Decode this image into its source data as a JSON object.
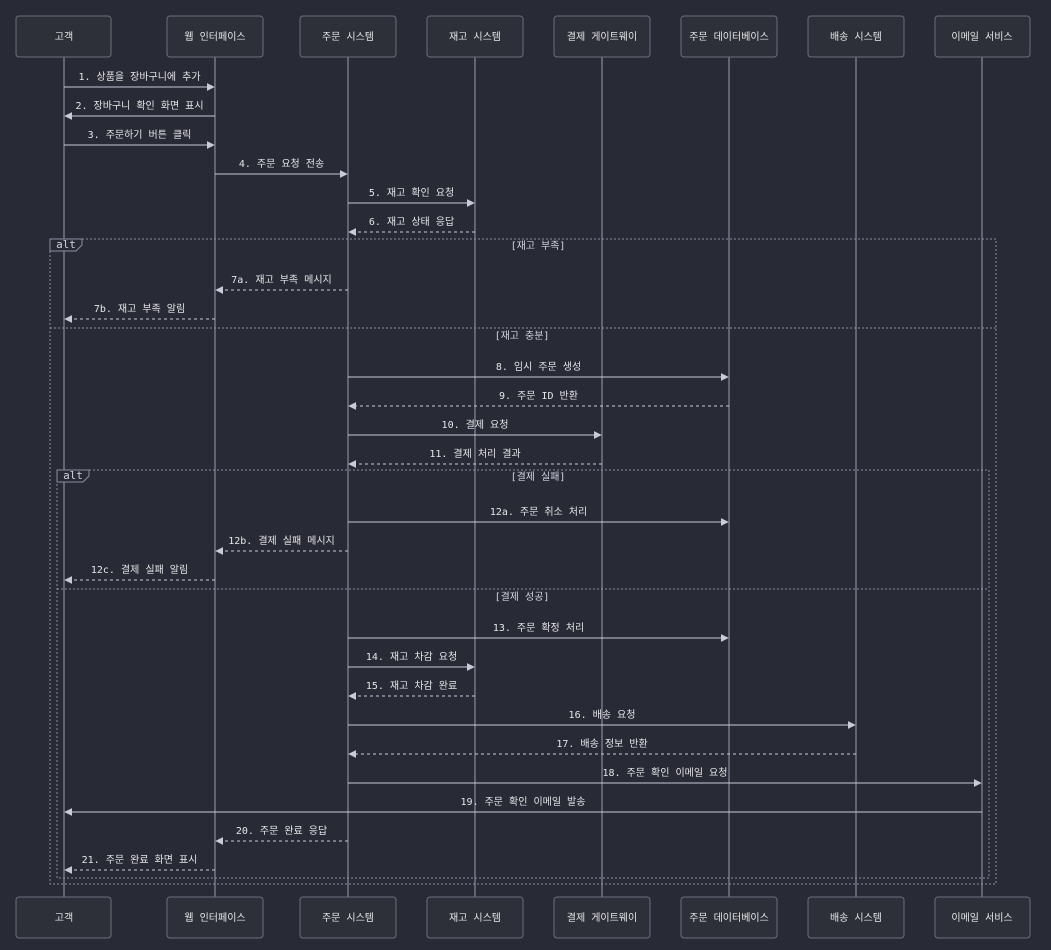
{
  "participants": [
    {
      "id": "customer",
      "label": "고객"
    },
    {
      "id": "web",
      "label": "웹 인터페이스"
    },
    {
      "id": "order",
      "label": "주문 시스템"
    },
    {
      "id": "inventory",
      "label": "재고 시스템"
    },
    {
      "id": "payment",
      "label": "결제 게이트웨이"
    },
    {
      "id": "orderdb",
      "label": "주문 데이터베이스"
    },
    {
      "id": "shipping",
      "label": "배송 시스템"
    },
    {
      "id": "email",
      "label": "이메일 서비스"
    }
  ],
  "messages": [
    {
      "from": "customer",
      "to": "web",
      "label": "1. 상품을 장바구니에 추가",
      "style": "solid"
    },
    {
      "from": "web",
      "to": "customer",
      "label": "2. 장바구니 확인 화면 표시",
      "style": "solid"
    },
    {
      "from": "customer",
      "to": "web",
      "label": "3. 주문하기 버튼 클릭",
      "style": "solid"
    },
    {
      "from": "web",
      "to": "order",
      "label": "4. 주문 요청 전송",
      "style": "solid"
    },
    {
      "from": "order",
      "to": "inventory",
      "label": "5. 재고 확인 요청",
      "style": "solid"
    },
    {
      "from": "inventory",
      "to": "order",
      "label": "6. 재고 상태 응답",
      "style": "dashed"
    },
    {
      "from": "order",
      "to": "web",
      "label": "7a. 재고 부족 메시지",
      "style": "dashed"
    },
    {
      "from": "web",
      "to": "customer",
      "label": "7b. 재고 부족 알림",
      "style": "dashed"
    },
    {
      "from": "order",
      "to": "orderdb",
      "label": "8. 임시 주문 생성",
      "style": "solid"
    },
    {
      "from": "orderdb",
      "to": "order",
      "label": "9. 주문 ID 반환",
      "style": "dashed"
    },
    {
      "from": "order",
      "to": "payment",
      "label": "10. 결제 요청",
      "style": "solid"
    },
    {
      "from": "payment",
      "to": "order",
      "label": "11. 결제 처리 결과",
      "style": "dashed"
    },
    {
      "from": "order",
      "to": "orderdb",
      "label": "12a. 주문 취소 처리",
      "style": "solid"
    },
    {
      "from": "order",
      "to": "web",
      "label": "12b. 결제 실패 메시지",
      "style": "dashed"
    },
    {
      "from": "web",
      "to": "customer",
      "label": "12c. 결제 실패 알림",
      "style": "dashed"
    },
    {
      "from": "order",
      "to": "orderdb",
      "label": "13. 주문 확정 처리",
      "style": "solid"
    },
    {
      "from": "order",
      "to": "inventory",
      "label": "14. 재고 차감 요청",
      "style": "solid"
    },
    {
      "from": "inventory",
      "to": "order",
      "label": "15. 재고 차감 완료",
      "style": "dashed"
    },
    {
      "from": "order",
      "to": "shipping",
      "label": "16. 배송 요청",
      "style": "solid"
    },
    {
      "from": "shipping",
      "to": "order",
      "label": "17. 배송 정보 반환",
      "style": "dashed"
    },
    {
      "from": "order",
      "to": "email",
      "label": "18. 주문 확인 이메일 요청",
      "style": "solid"
    },
    {
      "from": "email",
      "to": "customer",
      "label": "19. 주문 확인 이메일 발송",
      "style": "solid"
    },
    {
      "from": "order",
      "to": "web",
      "label": "20. 주문 완료 응답",
      "style": "dashed"
    },
    {
      "from": "web",
      "to": "customer",
      "label": "21. 주문 완료 화면 표시",
      "style": "dashed"
    }
  ],
  "fragments": [
    {
      "keyword": "alt",
      "sections": [
        "[재고 부족]",
        "[재고 충분]"
      ]
    },
    {
      "keyword": "alt",
      "sections": [
        "[결제 실패]",
        "[결제 성공]"
      ]
    }
  ],
  "colors": {
    "background": "#282a36",
    "box_fill": "#2d3039",
    "box_stroke": "#6c6f7e",
    "line": "#9aa0b0",
    "text": "#e6e6e6",
    "fragment": "#8a8fa0"
  }
}
